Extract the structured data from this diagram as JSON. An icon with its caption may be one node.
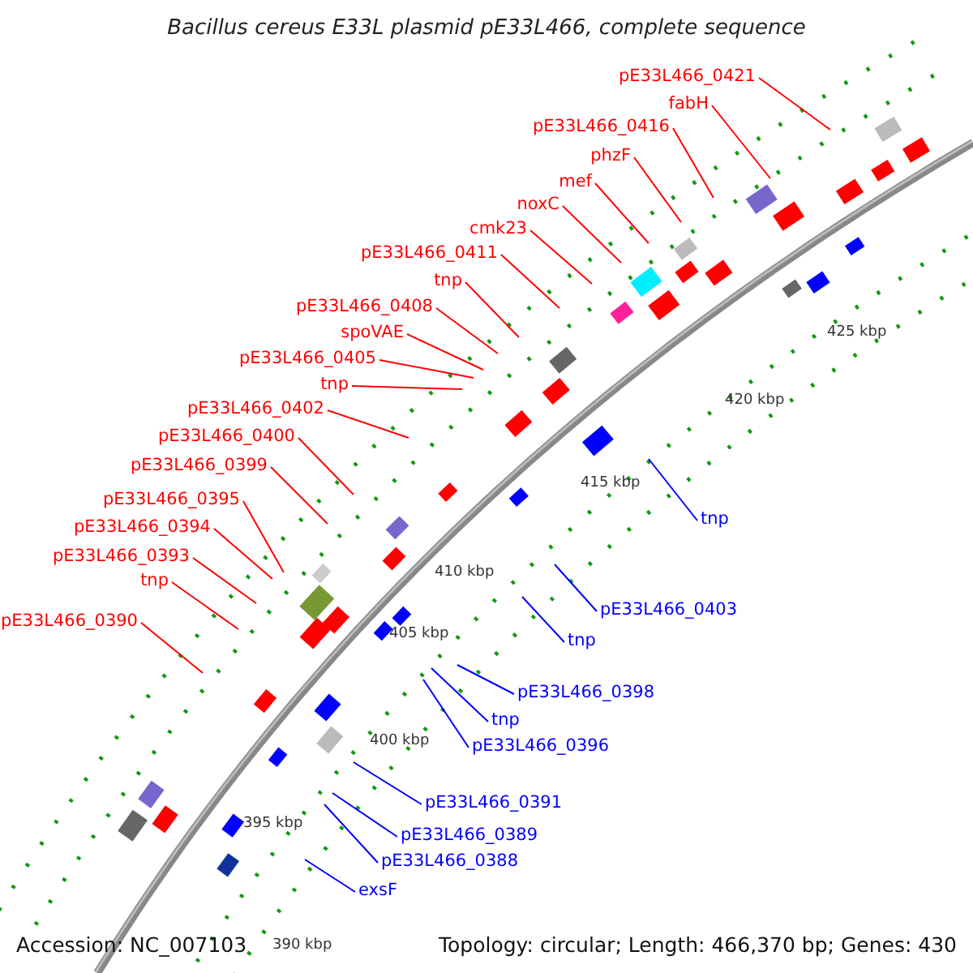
{
  "diagram": {
    "title": "Bacillus cereus E33L plasmid pE33L466, complete sequence",
    "nodes": [
      {
        "text": [
          "pE33L466_0421"
        ]
      },
      {
        "text": [
          "fabH"
        ]
      },
      {
        "text": [
          "pE33L466_0416"
        ]
      },
      {
        "text": [
          "phzF"
        ]
      },
      {
        "text": [
          "mef"
        ]
      },
      {
        "text": [
          "noxC"
        ]
      },
      {
        "text": [
          "cmk23"
        ]
      },
      {
        "text": [
          "pE33L466_0411"
        ]
      },
      {
        "text": [
          "tnp"
        ]
      },
      {
        "text": [
          "pE33L466_0408"
        ]
      },
      {
        "text": [
          "spoVAE"
        ]
      },
      {
        "text": [
          "pE33L466_0405"
        ]
      },
      {
        "text": [
          "tnp"
        ]
      },
      {
        "text": [
          "pE33L466_0402"
        ]
      },
      {
        "text": [
          "pE33L466_0400"
        ]
      },
      {
        "text": [
          "pE33L466_0399"
        ]
      },
      {
        "text": [
          "pE33L466_0395"
        ]
      },
      {
        "text": [
          "pE33L466_0394"
        ]
      },
      {
        "text": [
          "pE33L466_0393"
        ]
      },
      {
        "text": [
          "tnp"
        ]
      },
      {
        "text": [
          "pE33L466_0390"
        ]
      },
      {
        "text": [
          "tnp"
        ]
      },
      {
        "text": [
          "pE33L466_0403"
        ]
      },
      {
        "text": [
          "tnp"
        ]
      },
      {
        "text": [
          "pE33L466_0398"
        ]
      },
      {
        "text": [
          "tnp"
        ]
      },
      {
        "text": [
          "pE33L466_0396"
        ]
      },
      {
        "text": [
          "pE33L466_0391"
        ]
      },
      {
        "text": [
          "pE33L466_0389"
        ]
      },
      {
        "text": [
          "pE33L466_0388"
        ]
      },
      {
        "text": [
          "exsF"
        ]
      }
    ],
    "edges": [
      {
        "from": 0,
        "to": null,
        "arrow": "none"
      },
      {
        "from": 1,
        "to": null,
        "arrow": "none"
      },
      {
        "from": 2,
        "to": null,
        "arrow": "none"
      },
      {
        "from": 3,
        "to": null,
        "arrow": "none"
      },
      {
        "from": 4,
        "to": null,
        "arrow": "none"
      },
      {
        "from": 5,
        "to": null,
        "arrow": "none"
      },
      {
        "from": 6,
        "to": null,
        "arrow": "none"
      },
      {
        "from": 7,
        "to": null,
        "arrow": "none"
      },
      {
        "from": 8,
        "to": null,
        "arrow": "none"
      },
      {
        "from": 9,
        "to": null,
        "arrow": "none"
      },
      {
        "from": 10,
        "to": null,
        "arrow": "none"
      },
      {
        "from": 11,
        "to": null,
        "arrow": "none"
      },
      {
        "from": 12,
        "to": null,
        "arrow": "none"
      },
      {
        "from": 13,
        "to": null,
        "arrow": "none"
      },
      {
        "from": 14,
        "to": null,
        "arrow": "none"
      },
      {
        "from": 15,
        "to": null,
        "arrow": "none"
      },
      {
        "from": 16,
        "to": null,
        "arrow": "none"
      },
      {
        "from": 17,
        "to": null,
        "arrow": "none"
      },
      {
        "from": 18,
        "to": null,
        "arrow": "none"
      },
      {
        "from": 19,
        "to": null,
        "arrow": "none"
      },
      {
        "from": 20,
        "to": null,
        "arrow": "none"
      },
      {
        "from": 21,
        "to": null,
        "arrow": "none",
        "color": "#0000ff"
      },
      {
        "from": 22,
        "to": null,
        "arrow": "none",
        "color": "#0000ff"
      },
      {
        "from": 23,
        "to": null,
        "arrow": "none",
        "color": "#0000ff"
      },
      {
        "from": 24,
        "to": null,
        "arrow": "none",
        "color": "#0000ff"
      },
      {
        "from": 25,
        "to": null,
        "arrow": "none",
        "color": "#0000ff"
      },
      {
        "from": 26,
        "to": null,
        "arrow": "none",
        "color": "#0000ff"
      },
      {
        "from": 27,
        "to": null,
        "arrow": "none",
        "color": "#0000ff"
      },
      {
        "from": 28,
        "to": null,
        "arrow": "none",
        "color": "#0000ff"
      },
      {
        "from": 29,
        "to": null,
        "arrow": "none",
        "color": "#0000ff"
      },
      {
        "from": 30,
        "to": null,
        "arrow": "none",
        "color": "#0000ff"
      }
    ],
    "labels": [
      "425 kbp",
      "420 kbp",
      "415 kbp",
      "410 kbp",
      "405 kbp",
      "400 kbp",
      "395 kbp",
      "390 kbp",
      "Accession: NC_007103",
      "Topology: circular; Length: 466,370 bp; Genes: 430"
    ]
  }
}
